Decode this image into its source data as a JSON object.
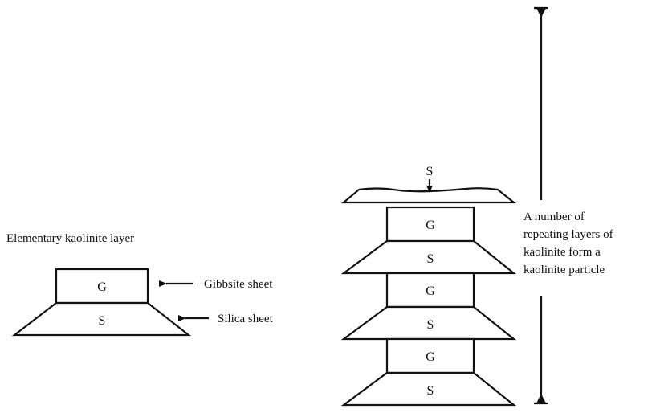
{
  "left_diagram": {
    "title": "Elementary kaolinite layer",
    "gibbsite_letter": "G",
    "silica_letter": "S",
    "gibbsite_label": "Gibbsite sheet",
    "silica_label": "Silica sheet"
  },
  "right_diagram": {
    "top_label": "S",
    "sheets": [
      "G",
      "S",
      "G",
      "S",
      "G",
      "S"
    ],
    "description_lines": [
      "A number of",
      "repeating layers of",
      "kaolinite form a",
      "kaolinite particle"
    ]
  }
}
